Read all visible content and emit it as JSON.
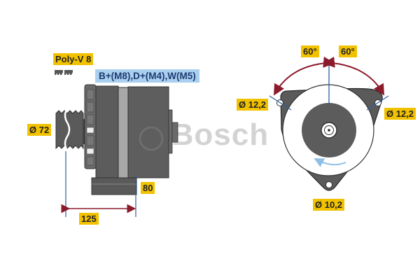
{
  "watermark": {
    "copyright_symbol": "©",
    "brand": "Bosch"
  },
  "side_view": {
    "belt_type_label": "Poly-V 8",
    "terminals_label": "B+(M8),D+(M4),W(M5)",
    "pulley_diameter_label": "Ø 72",
    "mount_height_label": "80",
    "length_label": "125"
  },
  "front_view": {
    "angle_left_label": "60°",
    "angle_right_label": "60°",
    "hole_left_label": "Ø 12,2",
    "hole_right_label": "Ø 12,2",
    "hole_bottom_label": "Ø 10,2"
  },
  "colors": {
    "label_yellow": "#f2c200",
    "terminal_blue": "#a9d0ef",
    "body_gray": "#5c5c5c",
    "dimension_line_blue": "#2b5fa0",
    "angle_arrow_red": "#8b1a2b",
    "rotation_arrow_blue": "#8fbfe6"
  }
}
